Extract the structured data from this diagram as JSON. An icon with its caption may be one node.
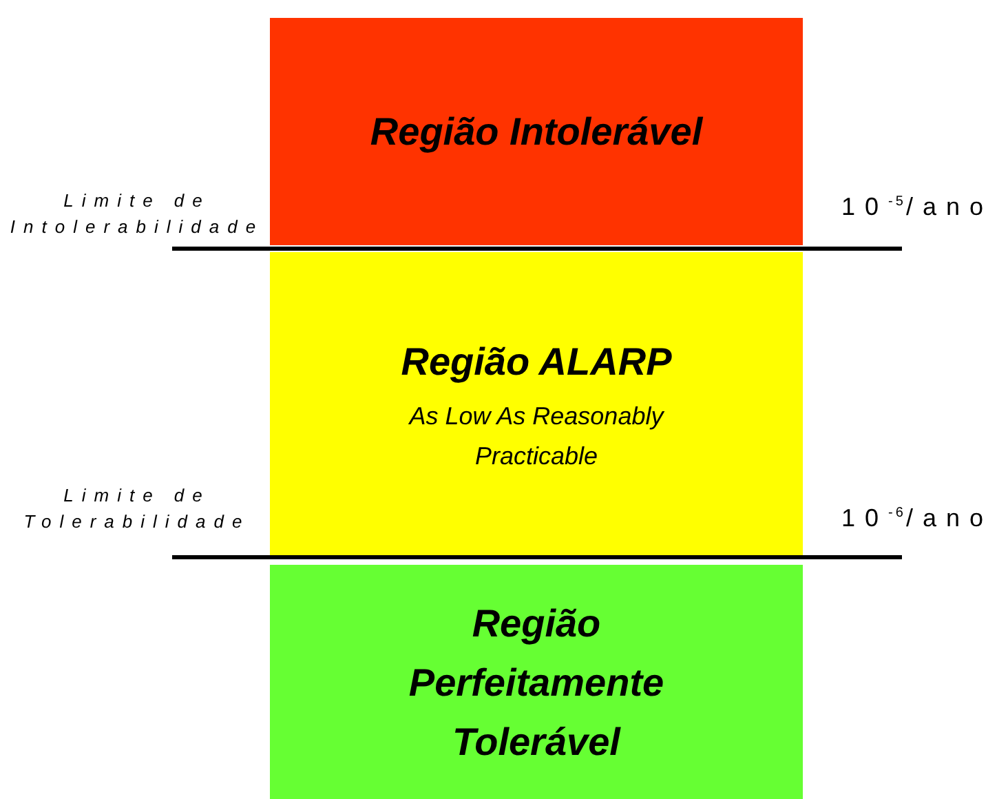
{
  "diagram": {
    "nodes": [
      {
        "text": [
          "Região Intolerável"
        ]
      },
      {
        "text": [
          "Região ALARP",
          "As Low As Reasonably Practicable"
        ]
      },
      {
        "text": [
          "Região Perfeitamente Tolerável"
        ]
      }
    ],
    "edges": [],
    "labels": [
      "Limite de Intolerabilidade",
      "10$^{-5}$/ano",
      "Limite de Tolerabilidade",
      "10$^{-6}$/ano"
    ]
  }
}
